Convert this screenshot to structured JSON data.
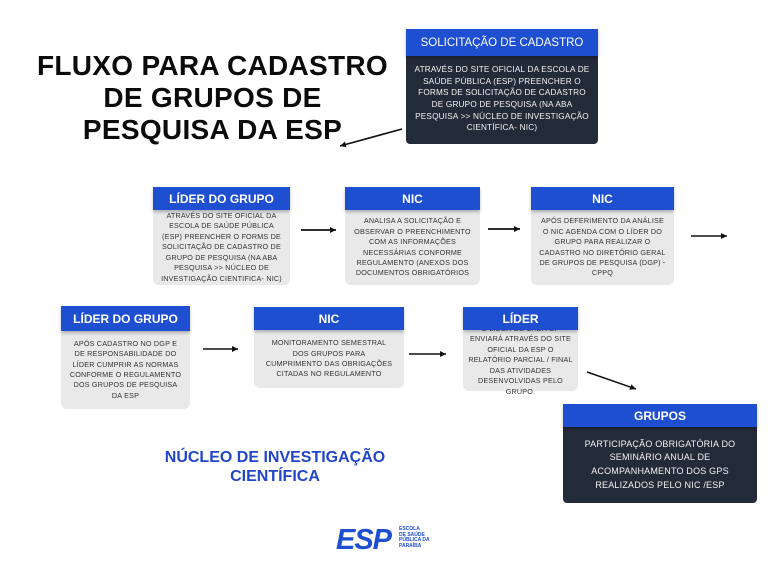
{
  "title": {
    "line1": "FLUXO PARA CADASTRO",
    "line2": "DE GRUPOS DE",
    "line3": "PESQUISA DA ESP"
  },
  "nodes": {
    "solicitacao": {
      "header": "SOLICITAÇÃO DE CADASTRO",
      "body": "ATRAVÉS DO SITE OFICIAL DA ESCOLA DE SAÚDE PÚBLICA (ESP) PREENCHER O FORMS DE SOLICITAÇÃO DE CADASTRO DE GRUPO DE PESQUISA (NA ABA PESQUISA >> NÚCLEO DE INVESTIGAÇÃO CIENTÍFICA- NIC)"
    },
    "lider1": {
      "header": "LÍDER DO GRUPO",
      "body": "ATRAVÉS DO SITE OFICIAL DA ESCOLA DE SAÚDE PÚBLICA (ESP) PREENCHER O FORMS DE SOLICITAÇÃO DE CADASTRO DE GRUPO DE PESQUISA (NA ABA PESQUISA >> NÚCLEO DE INVESTIGAÇÃO CIENTIFICA- NIC)"
    },
    "nic1": {
      "header": "NIC",
      "body": "ANALISA A SOLICITAÇÃO E OBSERVAR O PREENCHIMENTO COM AS INFORMAÇÕES NECESSÁRIAS CONFORME REGULAMENTO (ANEXOS DOS DOCUMENTOS OBRIGATÓRIOS"
    },
    "nic2": {
      "header": "NIC",
      "body": "APÓS DEFERIMENTO DA ANÁLISE O NIC AGENDA COM O LÍDER DO GRUPO PARA REALIZAR O CADASTRO NO DIRETÓRIO GERAL DE GRUPOS DE PESQUISA (DGP) - CPPQ"
    },
    "lider2": {
      "header": "LÍDER DO GRUPO",
      "body": "APÓS CADASTRO NO DGP E DE RESPONSABILIDADE DO LÍDER CUMPRIR AS NORMAS CONFORME O REGULAMENTO DOS GRUPOS DE PESQUISA DA ESP"
    },
    "nic3": {
      "header": "NIC",
      "body": "MONITORAMENTO SEMESTRAL DOS GRUPOS PARA CUMPRIMENTO DAS OBRIGAÇÕES CITADAS NO REGULAMENTO"
    },
    "lider3": {
      "header": "LÍDER",
      "body": "O LÍDER DE CADA GP ENVIARÁ ATRAVÉS DO SITE OFICIAL DA ESP O RELATÓRIO PARCIAL / FINAL DAS ATIVIDADES DESENVOLVIDAS PELO GRUPO."
    },
    "grupos": {
      "header": "GRUPOS",
      "body": "PARTICIPAÇÃO OBRIGATÓRIA DO SEMINÁRIO ANUAL DE ACOMPANHAMENTO DOS GPS REALIZADOS PELO NIC /ESP"
    }
  },
  "footer": {
    "line1": "NÚCLEO DE INVESTIGAÇÃO",
    "line2": "CIENTÍFICA"
  },
  "logo": {
    "wordmark": "ESP",
    "sub1": "ESCOLA",
    "sub2": "DE SAÚDE",
    "sub3": "PÚBLICA DA",
    "sub4": "PARAÍBA"
  },
  "colors": {
    "header_blue": "#1f4fd1",
    "dark_box": "#242b38",
    "light_box": "#e9e9ea",
    "footer_text": "#2346c9"
  }
}
